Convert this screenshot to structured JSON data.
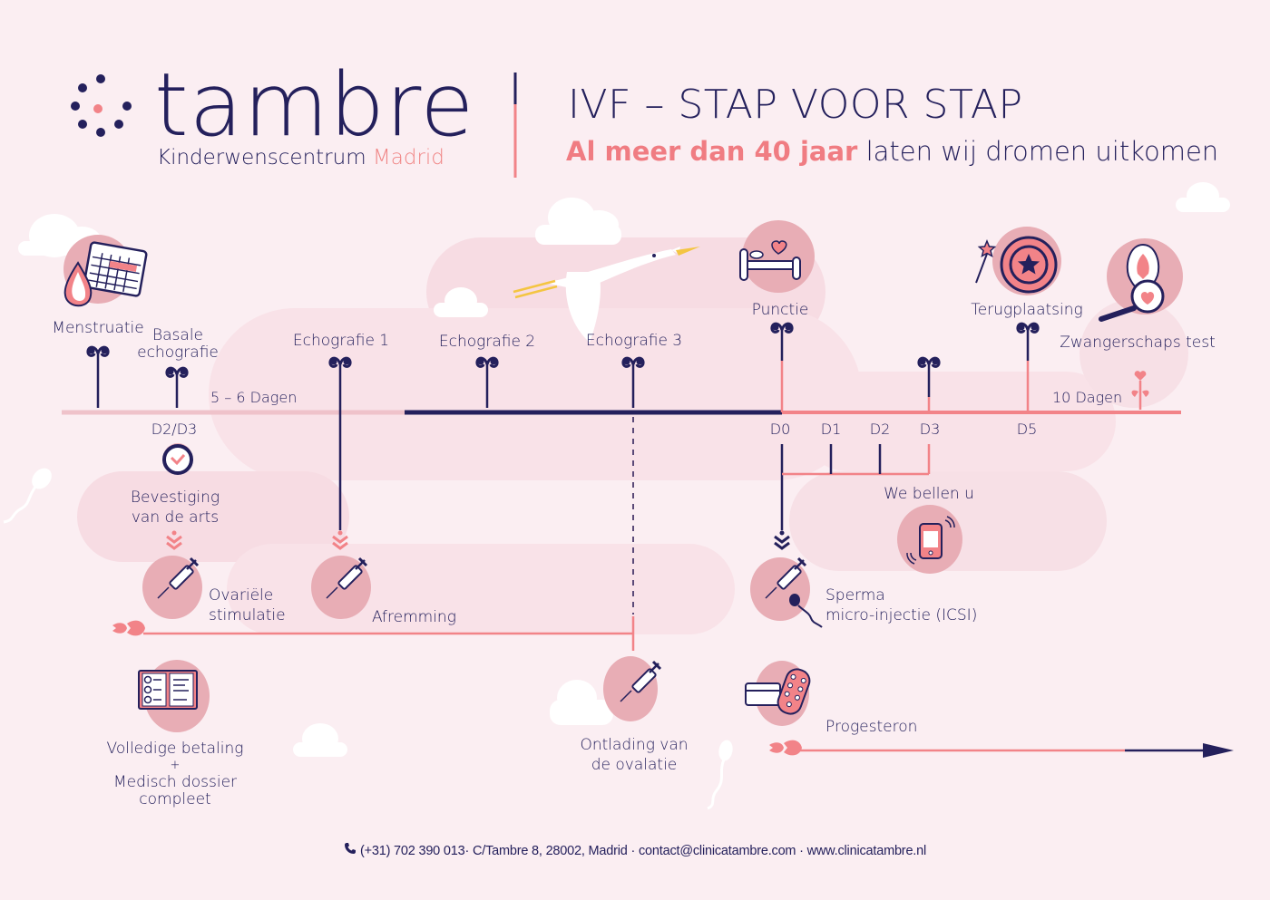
{
  "brand": {
    "name": "tambre",
    "subtitle_main": "Kinderwenscentrum",
    "subtitle_accent": "Madrid"
  },
  "header": {
    "title": "IVF – STAP VOOR STAP",
    "tagline_highlight": "Al meer dan 40 jaar",
    "tagline_rest": "laten wij dromen uitkomen"
  },
  "colors": {
    "background": "#fbeef2",
    "navy": "#24205c",
    "coral": "#f28388",
    "blob": "#e8adb5",
    "light_blob": "#f7dce3"
  },
  "timeline": {
    "events_top": [
      {
        "label": "Menstruatie",
        "icon": "blood-drop-calendar-icon"
      },
      {
        "label_line1": "Basale",
        "label_line2": "echografie"
      },
      {
        "label": "Echografie 1"
      },
      {
        "label": "Echografie 2"
      },
      {
        "label": "Echografie 3"
      },
      {
        "label": "Punctie",
        "icon": "bed-heart-icon"
      },
      {
        "label": "Terugplaatsing",
        "icon": "magic-wand-target-icon"
      },
      {
        "label": "Zwangerschaps test",
        "icon": "pregnancy-magnifier-icon"
      }
    ],
    "interval_labels": {
      "first": "5 – 6 Dagen",
      "second": "10 Dagen"
    },
    "day_labels": [
      "D2/D3",
      "D0",
      "D1",
      "D2",
      "D3",
      "D5"
    ]
  },
  "steps": {
    "bevestiging": {
      "line1": "Bevestiging",
      "line2": "van de arts",
      "icon": "check-circle-icon"
    },
    "ovariele": {
      "line1": "Ovariële",
      "line2": "stimulatie",
      "icon": "syringe-icon"
    },
    "afremming": {
      "label": "Afremming",
      "icon": "syringe-icon"
    },
    "ontlading": {
      "line1": "Ontlading van",
      "line2": "de ovalatie",
      "icon": "syringe-icon"
    },
    "we_bellen": {
      "label": "We bellen u",
      "icon": "phone-ringing-icon"
    },
    "icsi": {
      "line1": "Sperma",
      "line2": "micro-injectie (ICSI)",
      "icon": "syringe-sperm-icon"
    },
    "progesteron": {
      "label": "Progesteron",
      "icon": "pills-box-icon"
    },
    "betaling": {
      "line1": "Volledige betaling",
      "line2": "+",
      "line3": "Medisch dossier",
      "line4": "compleet",
      "icon": "checklist-book-icon"
    }
  },
  "footer": {
    "phone": "(+31) 702 390 013",
    "address": "C/Tambre 8, 28002, Madrid",
    "email": "contact@clinicatambre.com",
    "website": "www.clinicatambre.nl",
    "separator": "·"
  }
}
